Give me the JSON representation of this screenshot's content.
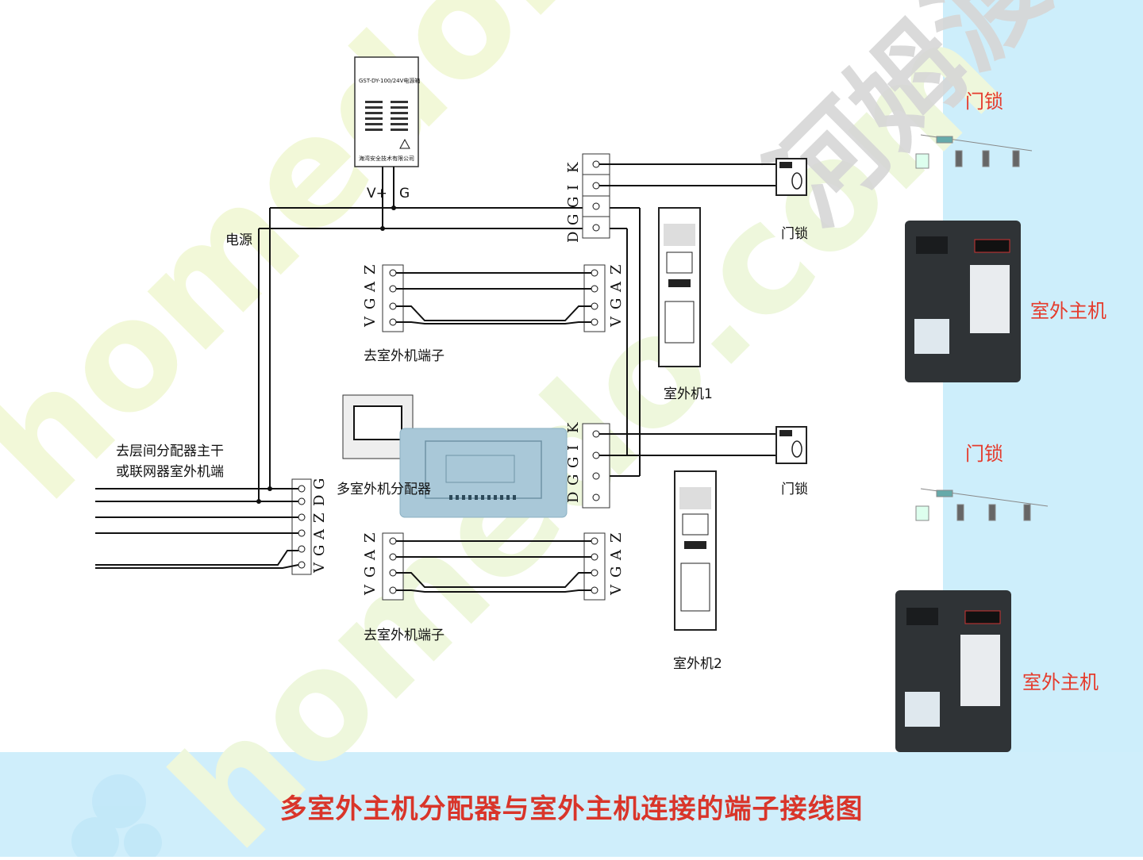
{
  "title": "多室外主机分配器与室外主机连接的端子接线图",
  "watermark": "homedo.com",
  "brand_mark": "河姆渡",
  "psu": {
    "model": "GST-DY-100/24V电源箱",
    "maker": "海湾安全技术有限公司"
  },
  "labels": {
    "power": "电源",
    "v_plus": "V+",
    "g": "G",
    "to_outdoor_1": "去室外机端子",
    "to_outdoor_2": "去室外机端子",
    "trunk_line1": "去层间分配器主干",
    "trunk_line2": "或联网器室外机端",
    "distributor": "多室外机分配器",
    "lock1": "门锁",
    "lock2": "门锁",
    "outdoor1": "室外机1",
    "outdoor2": "室外机2"
  },
  "terminals": {
    "dggik": [
      "D",
      "G",
      "G",
      "I",
      "K"
    ],
    "vgaz": [
      "V",
      "G",
      "A",
      "Z"
    ],
    "vgazdg": [
      "V",
      "G",
      "A",
      "Z",
      "D",
      "G"
    ]
  },
  "sidebar": {
    "lock_top": "门锁",
    "host_top": "室外主机",
    "lock_bottom": "门锁",
    "host_bottom": "室外主机"
  },
  "colors": {
    "accent": "#d9352a",
    "band": "#cfeefb",
    "sidebar": "#cdeefb"
  }
}
